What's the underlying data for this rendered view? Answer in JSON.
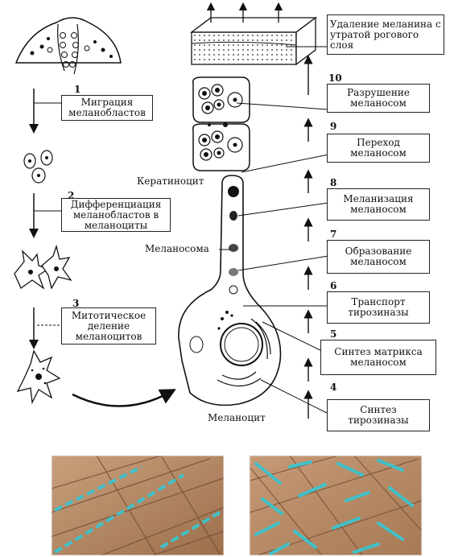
{
  "left_steps": [
    {
      "number": "1",
      "text": "Миграция меланобластов"
    },
    {
      "number": "2",
      "text": "Дифференциация меланобластов в меланоциты"
    },
    {
      "number": "3",
      "text": "Митотическое деление меланоцитов"
    }
  ],
  "right_steps": [
    {
      "number": "",
      "text": "Удаление меланина с утратой рогового слоя"
    },
    {
      "number": "10",
      "text": "Разрушение меланосом"
    },
    {
      "number": "9",
      "text": "Переход меланосом"
    },
    {
      "number": "8",
      "text": "Меланизация меланосом"
    },
    {
      "number": "7",
      "text": "Образование меланосом"
    },
    {
      "number": "6",
      "text": "Транспорт тирозиназы"
    },
    {
      "number": "5",
      "text": "Синтез матрикса меланосом"
    },
    {
      "number": "4",
      "text": "Синтез тирозиназы"
    }
  ],
  "labels": {
    "keratinocyte": "Кератиноцит",
    "melanosome": "Меланосома",
    "melanocyte": "Меланоцит"
  },
  "colors": {
    "skin": "#b98a64",
    "arrow_overlay": "#3fc1c9"
  }
}
